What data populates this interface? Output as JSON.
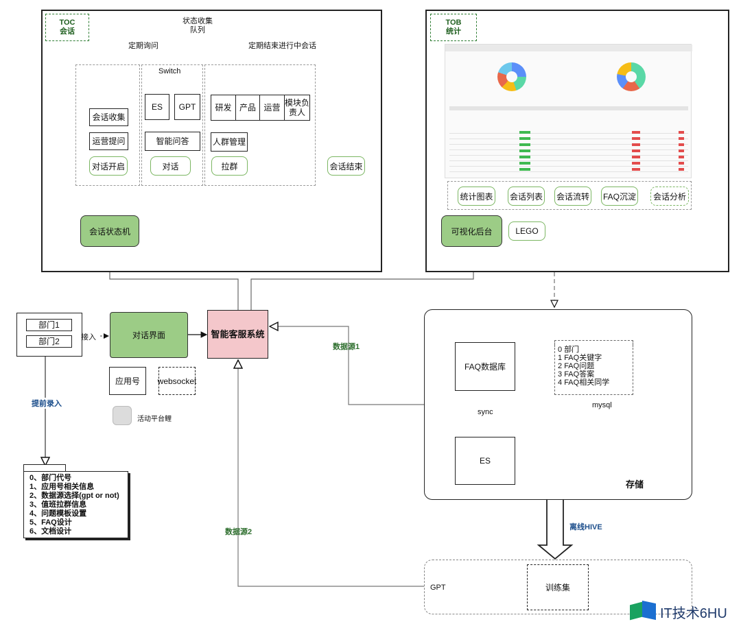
{
  "toc": {
    "tag_line1": "TOC",
    "tag_line2": "会话"
  },
  "tob": {
    "tag_line1": "TOB",
    "tag_line2": "统计"
  },
  "queue": {
    "label_line1": "状态收集",
    "label_line2": "队列"
  },
  "edges": {
    "periodic_query": "定期询问",
    "periodic_end": "定期结束进行中会话",
    "switch": "Switch",
    "access": "接入",
    "datasource1": "数据源1",
    "datasource2": "数据源2",
    "pre_entry": "提前录入",
    "sync": "sync",
    "offline_hive": "离线HIVE"
  },
  "toc_boxes": {
    "collect": "会话收集",
    "ops_question": "运营提问",
    "open": "对话开启",
    "es": "ES",
    "gpt": "GPT",
    "smart_qa": "智能问答",
    "dialog": "对话",
    "rd": "研发",
    "product": "产品",
    "ops": "运营",
    "module_owner_l1": "模块负",
    "module_owner_l2": "责人",
    "crowd": "人群管理",
    "group": "拉群",
    "end": "会话结束",
    "state_machine": "会话状态机"
  },
  "tob_boxes": {
    "stats_chart": "统计图表",
    "session_list": "会话列表",
    "session_flow": "会话流转",
    "faq_deposit": "FAQ沉淀",
    "session_analysis": "会话分析",
    "visual_backend": "可视化后台",
    "lego": "LEGO"
  },
  "left": {
    "dept1": "部门1",
    "dept2": "部门2",
    "dialog_ui": "对话界面",
    "system": "智能客服系统",
    "app_account": "应用号",
    "websocket": "websocket",
    "activity": "活动平台鲤"
  },
  "config_list": [
    "0、部门代号",
    "1、应用号相关信息",
    "2、数据源选择(gpt or not)",
    "3、值班拉群信息",
    "4、问题模板设置",
    "5、FAQ设计",
    "6、文档设计"
  ],
  "storage": {
    "faq_db": "FAQ数据库",
    "es": "ES",
    "mysql": "mysql",
    "title": "存储",
    "faq_fields": [
      {
        "idx": "0",
        "name": "部门"
      },
      {
        "idx": "1",
        "name": "FAQ关键字"
      },
      {
        "idx": "2",
        "name": "FAQ问题"
      },
      {
        "idx": "3",
        "name": "FAQ答案"
      },
      {
        "idx": "4",
        "name": "FAQ相关同学"
      }
    ]
  },
  "bottom": {
    "gpt": "GPT",
    "train_set": "训练集"
  },
  "brand": {
    "text": "IT技术6HU"
  },
  "colors": {
    "green_fill": "#9ccc86",
    "green_border": "#7bb662",
    "pink_fill": "#f4c7cb",
    "label_green": "#2f6f2f",
    "label_blue": "#1d4f8c"
  }
}
